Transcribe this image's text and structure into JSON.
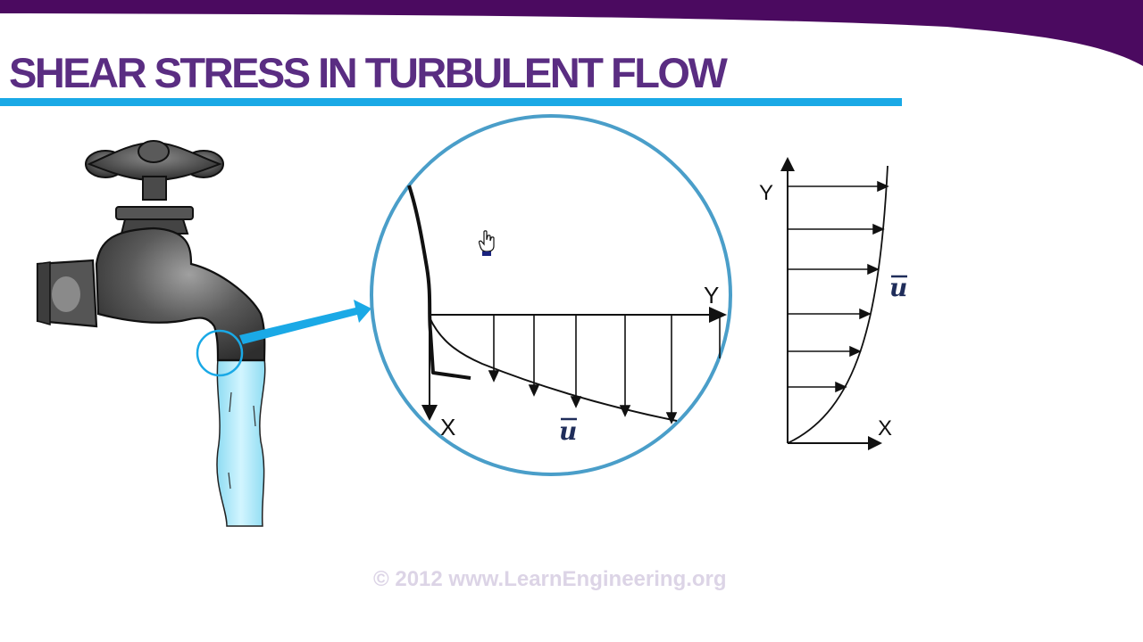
{
  "slide": {
    "title": "SHEAR STRESS IN TURBULENT FLOW",
    "copyright": "© 2012 www.LearnEngineering.org"
  },
  "zoom_view": {
    "axis_x_label": "X",
    "axis_y_label": "Y",
    "velocity_label": "u"
  },
  "profile_view": {
    "axis_x_label": "X",
    "axis_y_label": "Y",
    "velocity_label": "u"
  },
  "colors": {
    "title": "#5a2d82",
    "band": "#4b0a60",
    "rule": "#1aa9e6",
    "arrow": "#1aa9e6",
    "water": "#a8e8f8",
    "circle": "#4a9ec9",
    "velocity_symbol": "#1f2d5a",
    "copyright": "#dcd4e6"
  },
  "icons": {
    "faucet": "faucet-icon",
    "cursor": "hand-pointer-icon"
  }
}
